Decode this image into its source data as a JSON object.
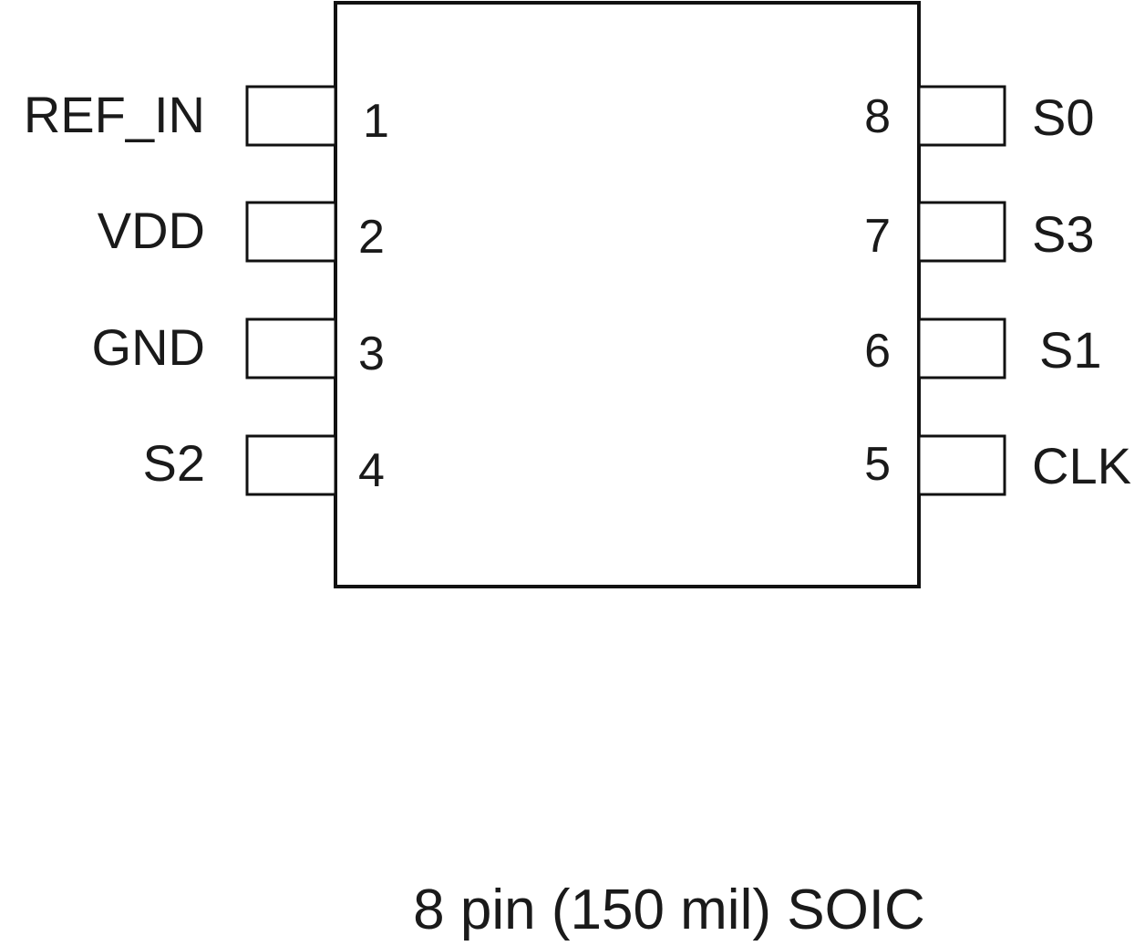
{
  "package": {
    "caption": "8 pin (150 mil) SOIC",
    "pins": [
      {
        "number": "1",
        "name": "REF_IN",
        "side": "left"
      },
      {
        "number": "2",
        "name": "VDD",
        "side": "left"
      },
      {
        "number": "3",
        "name": "GND",
        "side": "left"
      },
      {
        "number": "4",
        "name": "S2",
        "side": "left"
      },
      {
        "number": "8",
        "name": "S0",
        "side": "right"
      },
      {
        "number": "7",
        "name": "S3",
        "side": "right"
      },
      {
        "number": "6",
        "name": "S1",
        "side": "right"
      },
      {
        "number": "5",
        "name": "CLK",
        "side": "right"
      }
    ]
  }
}
